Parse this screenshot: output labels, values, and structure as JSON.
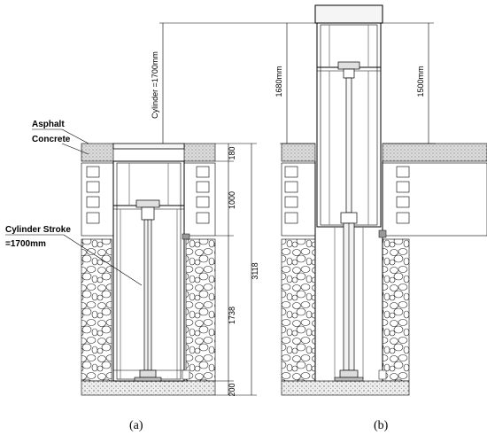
{
  "figure": {
    "panel_a": {
      "caption": "(a)",
      "asphalt_label": "Asphalt",
      "concrete_label": "Concrete",
      "cylinder_stroke_label": "Cylinder Stroke",
      "cylinder_stroke_value": "=1700mm",
      "dim_180": "180",
      "dim_1000": "1000",
      "dim_3118": "3118",
      "dim_1738": "1738",
      "dim_200": "200"
    },
    "panel_b": {
      "caption": "(b)",
      "cylinder_label": "Cylinder =1700mm",
      "dim_1680": "1680mm",
      "dim_1500": "1500mm"
    }
  }
}
